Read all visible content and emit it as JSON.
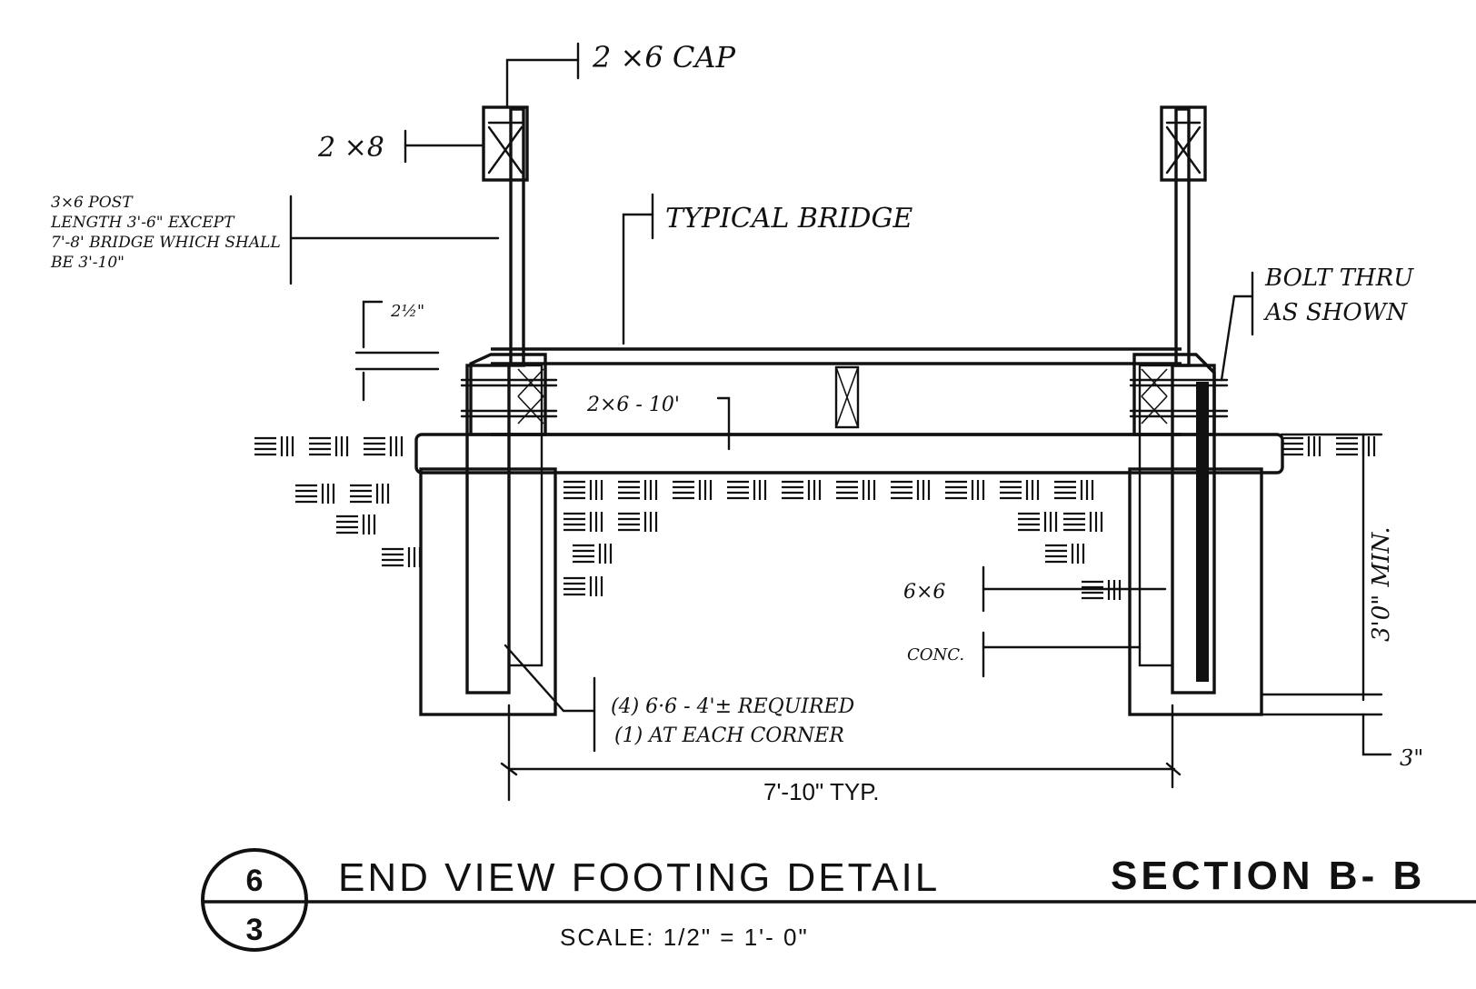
{
  "labels": {
    "cap": "2 ×6 CAP",
    "rail": "2 ×8",
    "post_note": [
      "3×6 POST",
      "LENGTH 3'-6\" EXCEPT",
      "7'-8' BRIDGE WHICH SHALL",
      "BE 3'-10\""
    ],
    "typical_bridge": "TYPICAL BRIDGE",
    "bolt_thru": [
      "BOLT THRU",
      "AS SHOWN"
    ],
    "dim_2half": "2½\"",
    "joist": "2×6 - 10'",
    "post_6x6": "6×6",
    "conc": "CONC.",
    "required_note": [
      "(4) 6·6 - 4'± REQUIRED",
      "(1) AT EACH CORNER"
    ],
    "span_dim": "7'-10\" TYP.",
    "depth_dim": "3'0\" MIN.",
    "dim_3in": "3\""
  },
  "title_block": {
    "detail_number": "6",
    "sheet_number": "3",
    "title": "END VIEW FOOTING DETAIL",
    "section": "SECTION B- B",
    "scale": "SCALE: 1/2\" = 1'- 0\""
  }
}
